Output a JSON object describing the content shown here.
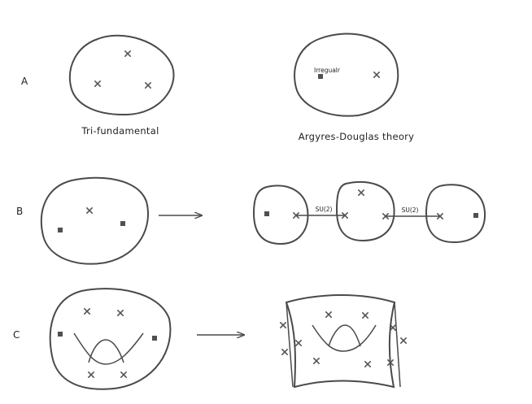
{
  "rows": {
    "a": {
      "label": "A",
      "left_caption": "Tri-fundamental",
      "right_caption": "Argyres-Douglas theory",
      "irregular_label": "Irregualr"
    },
    "b": {
      "label": "B",
      "gauge_left": "SU(2)",
      "gauge_right": "SU(2)"
    },
    "c": {
      "label": "C"
    }
  },
  "colors": {
    "stroke": "#4a4a4a",
    "marker": "#505050"
  },
  "icons": {
    "regular_puncture": "cross-icon",
    "irregular_puncture": "square-icon"
  }
}
